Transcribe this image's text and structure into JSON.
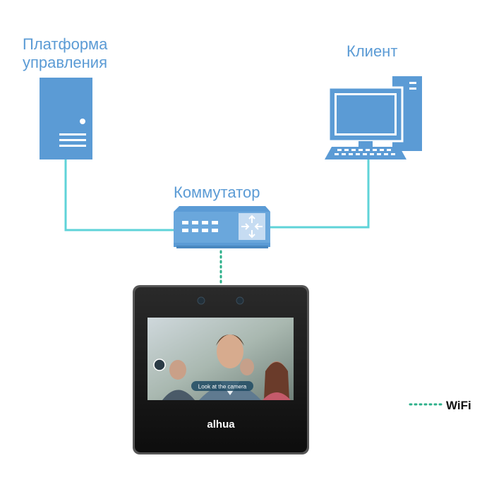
{
  "nodes": {
    "platform": {
      "label_line1": "Платформа",
      "label_line2": "управления",
      "icon": "server-icon"
    },
    "client": {
      "label": "Клиент",
      "icon": "desktop-computer-icon"
    },
    "switch": {
      "label": "Коммутатор",
      "icon": "network-switch-icon"
    },
    "terminal": {
      "icon": "face-recognition-terminal-icon",
      "screen_prompt": "Look at the camera",
      "brand": "alhua"
    }
  },
  "legend": {
    "wifi_label": "WiFi"
  },
  "colors": {
    "label": "#5b9bd5",
    "device_fill": "#5b9bd5",
    "cable": "#5fd3d8",
    "wifi_dots": "#2db08a",
    "terminal_body": "#1a1a1a"
  }
}
